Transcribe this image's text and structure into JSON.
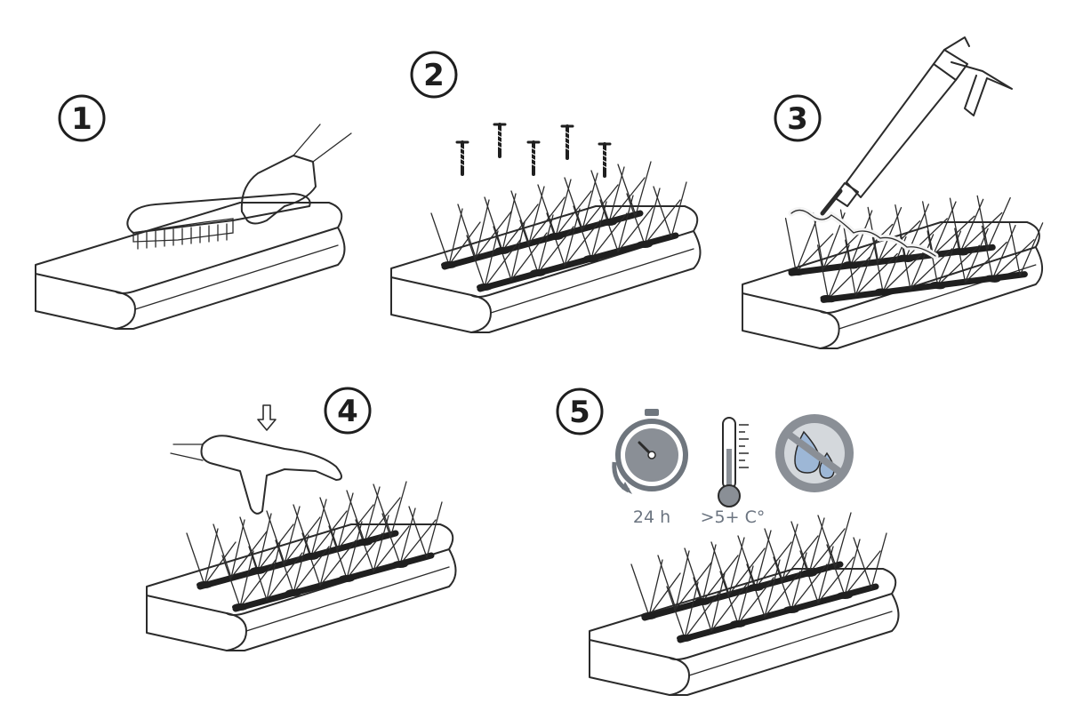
{
  "steps": [
    {
      "number": "1"
    },
    {
      "number": "2"
    },
    {
      "number": "3"
    },
    {
      "number": "4"
    },
    {
      "number": "5"
    }
  ],
  "conditions": {
    "time_label": "24 h",
    "temperature_label": ">5+ C°"
  },
  "colors": {
    "ledge_fill": "#b9c3cc",
    "ink": "#2b2b2b",
    "icon_gray": "#8a8f96",
    "water_blue": "#9db7d6",
    "glove": "#c6ced6"
  },
  "icons": [
    "brush-icon",
    "screw-icon",
    "caulk-gun-icon",
    "arrow-down-icon",
    "stopwatch-icon",
    "thermometer-icon",
    "no-water-icon",
    "glove-hand-icon"
  ]
}
